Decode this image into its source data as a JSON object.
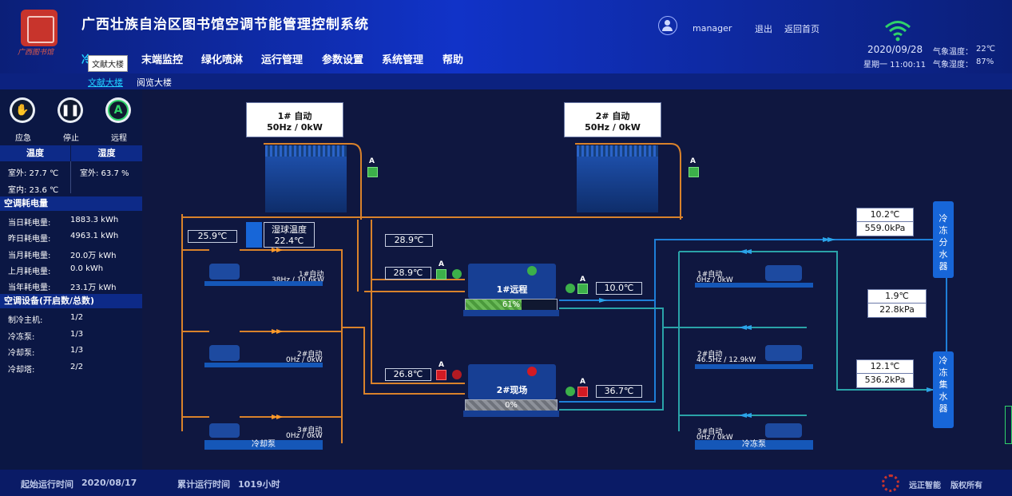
{
  "header": {
    "title": "广西壮族自治区图书馆空调节能管理控制系统",
    "logo_caption": "广西图书馆",
    "user": "manager",
    "logout": "退出",
    "home": "返回首页",
    "date": "2020/09/28",
    "time": "星期一 11:00:11",
    "weather_temp_label": "气象温度：",
    "weather_temp": "22℃",
    "weather_hum_label": "气象湿度：",
    "weather_hum": "87%"
  },
  "nav": {
    "items": [
      "冷",
      "末端监控",
      "绿化喷淋",
      "运行管理",
      "参数设置",
      "系统管理",
      "帮助"
    ],
    "tooltip": "文献大楼",
    "sub_items": [
      "文献大楼",
      "阅览大楼"
    ]
  },
  "sidebar": {
    "buttons": [
      {
        "label": "应急",
        "icon": "hand-icon"
      },
      {
        "label": "停止",
        "icon": "pause-icon"
      },
      {
        "label": "远程",
        "icon": "remote-a-icon",
        "glyph": "A"
      }
    ],
    "temp_header": "温度",
    "hum_header": "湿度",
    "outdoor_temp": "室外:   27.7 ℃",
    "indoor_temp": "室内:   23.6 ℃",
    "outdoor_hum": "室外:   63.7 %",
    "energy_title": "空调耗电量",
    "energy_rows": [
      {
        "label": "当日耗电量:",
        "value": "1883.3 kWh"
      },
      {
        "label": "昨日耗电量:",
        "value": "4963.1 kWh"
      },
      {
        "label": "当月耗电量:",
        "value": "20.0万 kWh"
      },
      {
        "label": "上月耗电量:",
        "value": "0.0 kWh"
      },
      {
        "label": "当年耗电量:",
        "value": "23.1万 kWh"
      }
    ],
    "equip_title": "空调设备(开启数/总数)",
    "equip_rows": [
      {
        "label": "制冷主机:",
        "value": "1/2"
      },
      {
        "label": "冷冻泵:",
        "value": "1/3"
      },
      {
        "label": "冷却泵:",
        "value": "1/3"
      },
      {
        "label": "冷却塔:",
        "value": "2/2"
      }
    ]
  },
  "diagram": {
    "tower1": {
      "line1": "1# 自动",
      "line2": "50Hz / 0kW"
    },
    "tower2": {
      "line1": "2# 自动",
      "line2": "50Hz / 0kW"
    },
    "a_label": "A",
    "wet_bulb_label": "湿球温度",
    "wet_bulb_value": "22.4℃",
    "cooling_in_temp": "25.9℃",
    "cooling_out_temp": "28.9℃",
    "chiller1_in_temp": "28.9℃",
    "chiller2_in_temp": "26.8℃",
    "chiller1_out_temp": "10.0℃",
    "chiller2_out_temp": "36.7℃",
    "chiller1": {
      "label": "1#远程",
      "load": "61%",
      "load_value": 61
    },
    "chiller2": {
      "label": "2#现场",
      "load": "0%",
      "load_value": 0
    },
    "cooling_pumps": [
      {
        "line1": "1#自动",
        "line2": "38Hz / 10.6kW"
      },
      {
        "line1": "2#自动",
        "line2": "0Hz / 0kW"
      },
      {
        "line1": "3#自动",
        "line2": "0Hz / 0kW"
      }
    ],
    "cooling_pump_name": "冷却泵",
    "chilled_pumps": [
      {
        "line1": "1#自动",
        "line2": "0Hz / 0kW"
      },
      {
        "line1": "2#自动",
        "line2": "46.5Hz / 12.9kW"
      },
      {
        "line1": "3#自动",
        "line2": "0Hz / 0kW"
      }
    ],
    "chilled_pump_name": "冷冻泵",
    "supply_box": {
      "temp": "10.2℃",
      "press": "559.0kPa"
    },
    "diff_box": {
      "temp": "1.9℃",
      "press": "22.8kPa"
    },
    "return_box": {
      "temp": "12.1℃",
      "press": "536.2kPa"
    },
    "supply_header": [
      "冷",
      "冻",
      "分",
      "水",
      "器"
    ],
    "return_header": [
      "冷",
      "冻",
      "集",
      "水",
      "器"
    ]
  },
  "footer": {
    "start_label": "起始运行时间",
    "start_value": "2020/08/17",
    "total_label": "累计运行时间",
    "total_value": "1019小时",
    "company": "远正智能",
    "copyright": "版权所有"
  },
  "colors": {
    "cooling_pipe": "#d9822b",
    "chilled_pipe": "#1e7fd8",
    "return_pipe": "#2aa3a8",
    "run_green": "#3cb04a",
    "fault_red": "#d21a23"
  }
}
